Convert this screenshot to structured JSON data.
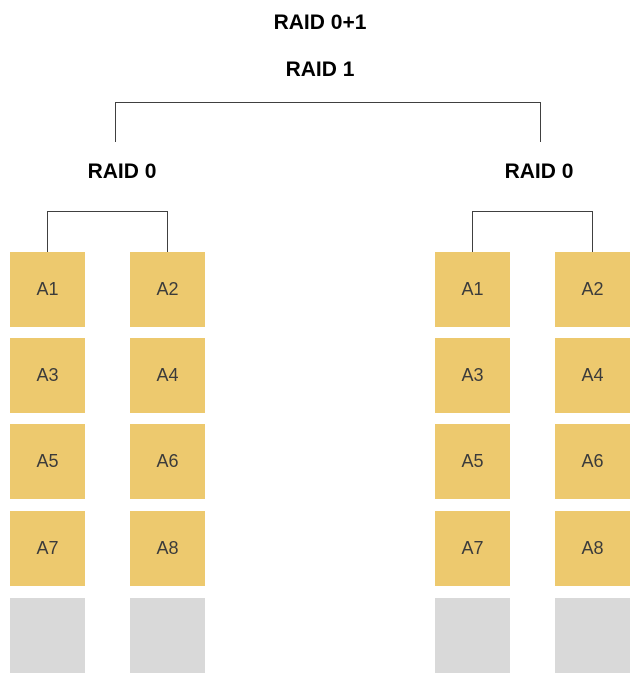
{
  "diagram": {
    "title": "RAID 0+1",
    "mirror_label": "RAID 1",
    "groups": [
      {
        "label": "RAID 0",
        "columns": [
          {
            "blocks": [
              "A1",
              "A3",
              "A5",
              "A7"
            ]
          },
          {
            "blocks": [
              "A2",
              "A4",
              "A6",
              "A8"
            ]
          }
        ]
      },
      {
        "label": "RAID 0",
        "columns": [
          {
            "blocks": [
              "A1",
              "A3",
              "A5",
              "A7"
            ]
          },
          {
            "blocks": [
              "A2",
              "A4",
              "A6",
              "A8"
            ]
          }
        ]
      }
    ]
  },
  "colors": {
    "block_fill": "#edc96e",
    "empty_fill": "#d9d9d9",
    "line": "#404040",
    "block_text": "#3b3b3b",
    "title_text": "#000000",
    "background": "#ffffff"
  }
}
